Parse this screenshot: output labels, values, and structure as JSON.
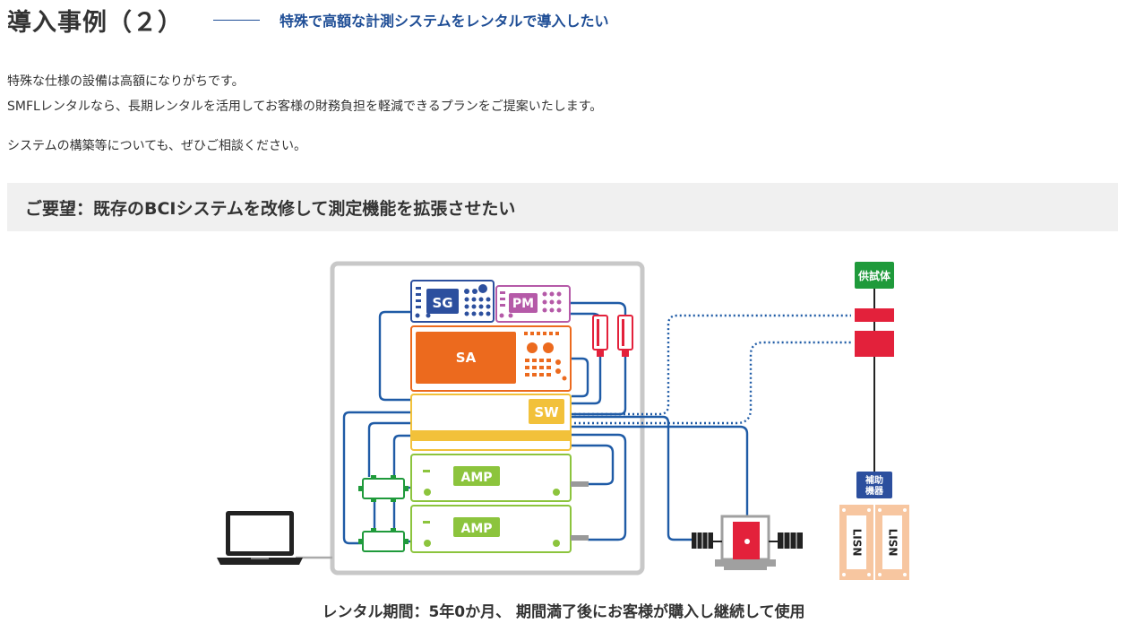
{
  "header": {
    "title": "導入事例（２）",
    "subtitle": "特殊で高額な計測システムをレンタルで導入したい"
  },
  "intro": {
    "line1": "特殊な仕様の設備は高額になりがちです。",
    "line2": "SMFLレンタルなら、長期レンタルを活用してお客様の財務負担を軽減できるプランをご提案いたします。",
    "line3": "システムの構築等についても、ぜひご相談ください。"
  },
  "request": {
    "label": "ご要望：既存のBCIシステムを改修して測定機能を拡張させたい"
  },
  "diagram": {
    "sg_label": "SG",
    "pm_label": "PM",
    "sa_label": "SA",
    "sw_label": "SW",
    "amp1_label": "AMP",
    "amp2_label": "AMP",
    "dut_label": "供試体",
    "aux_label_1": "補助",
    "aux_label_2": "機器",
    "lisn1_label": "LISN",
    "lisn2_label": "LISN"
  },
  "colors": {
    "cable": "#1f5ba6",
    "sg": "#2c4f9e",
    "pm": "#b55aa8",
    "sa": "#ec6a1e",
    "sw": "#f2c13a",
    "amp": "#8cc43d",
    "red": "#e3213b",
    "green": "#1f9a3b",
    "lisn": "#f7c6a0"
  },
  "footer": {
    "note": "レンタル期間：5年0か月、 期間満了後にお客様が購入し継続して使用"
  }
}
